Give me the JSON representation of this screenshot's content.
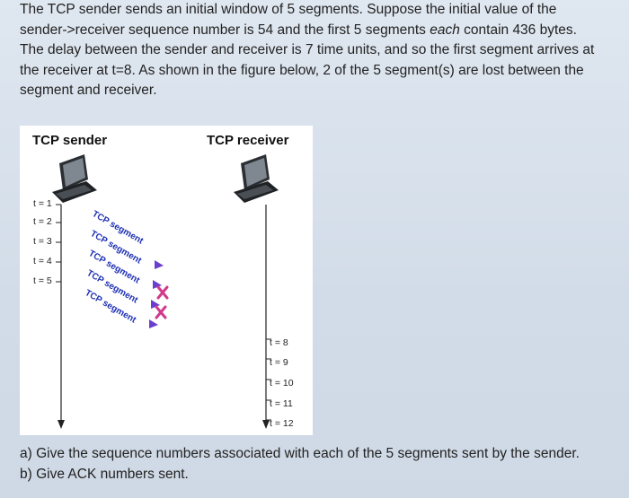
{
  "question": {
    "line1": "The TCP sender sends an initial window of 5 segments. Suppose the initial value of the",
    "line2": "sender->receiver sequence number is 54 and the first 5 segments ",
    "line2_em": "each",
    "line2_end": " contain 436 bytes.",
    "line3": "The delay between the sender and receiver is 7 time units, and so the first segment arrives at",
    "line4": "the receiver at t=8. As shown in the figure below, 2 of the 5 segment(s) are lost between the",
    "line5": "segment and receiver."
  },
  "figure": {
    "sender_title": "TCP sender",
    "receiver_title": "TCP receiver",
    "sender_times": [
      "t = 1",
      "t = 2",
      "t = 3",
      "t = 4",
      "t = 5"
    ],
    "receiver_times": [
      "t = 8",
      "t = 9",
      "t = 10",
      "t = 11",
      "t = 12"
    ],
    "segment_labels": [
      "TCP segment",
      "TCP segment",
      "TCP segment",
      "TCP segment",
      "TCP segment"
    ],
    "lost_segments": [
      3,
      4
    ],
    "colors": {
      "segment_text": "#1d2fb3",
      "arrow": "#6a3fd0",
      "lost_mark": "#d03a8c",
      "timeline": "#222222"
    }
  },
  "questions": {
    "a": "a) Give the sequence numbers associated with each of the 5 segments sent by the sender.",
    "b": "b) Give ACK numbers sent."
  }
}
